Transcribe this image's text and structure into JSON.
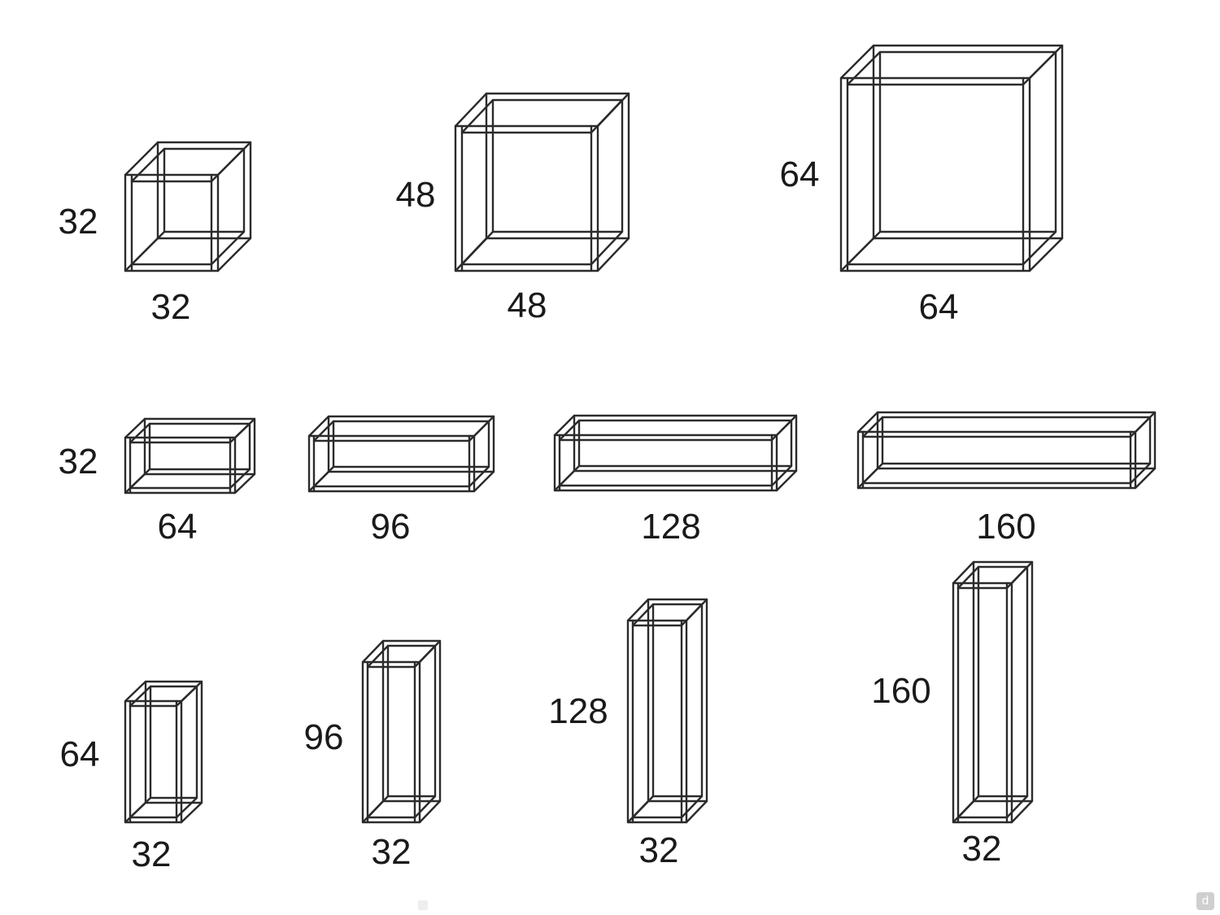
{
  "frames": [
    {
      "id": "cube-32",
      "label_height": "32",
      "label_width": "32"
    },
    {
      "id": "cube-48",
      "label_height": "48",
      "label_width": "48"
    },
    {
      "id": "cube-64",
      "label_height": "64",
      "label_width": "64"
    },
    {
      "id": "bench-64",
      "label_height": "32",
      "label_width": "64"
    },
    {
      "id": "bench-96",
      "label_height": "",
      "label_width": "96"
    },
    {
      "id": "bench-128",
      "label_height": "",
      "label_width": "128"
    },
    {
      "id": "bench-160",
      "label_height": "",
      "label_width": "160"
    },
    {
      "id": "tower-64",
      "label_height": "64",
      "label_width": "32"
    },
    {
      "id": "tower-96",
      "label_height": "96",
      "label_width": "32"
    },
    {
      "id": "tower-128",
      "label_height": "128",
      "label_width": "32"
    },
    {
      "id": "tower-160",
      "label_height": "160",
      "label_width": "32"
    }
  ],
  "colors": {
    "stroke": "#2b2b2b",
    "text": "#1a1a1a",
    "background": "#ffffff"
  },
  "icons": {
    "corner_logo": "logo-mark-icon"
  }
}
